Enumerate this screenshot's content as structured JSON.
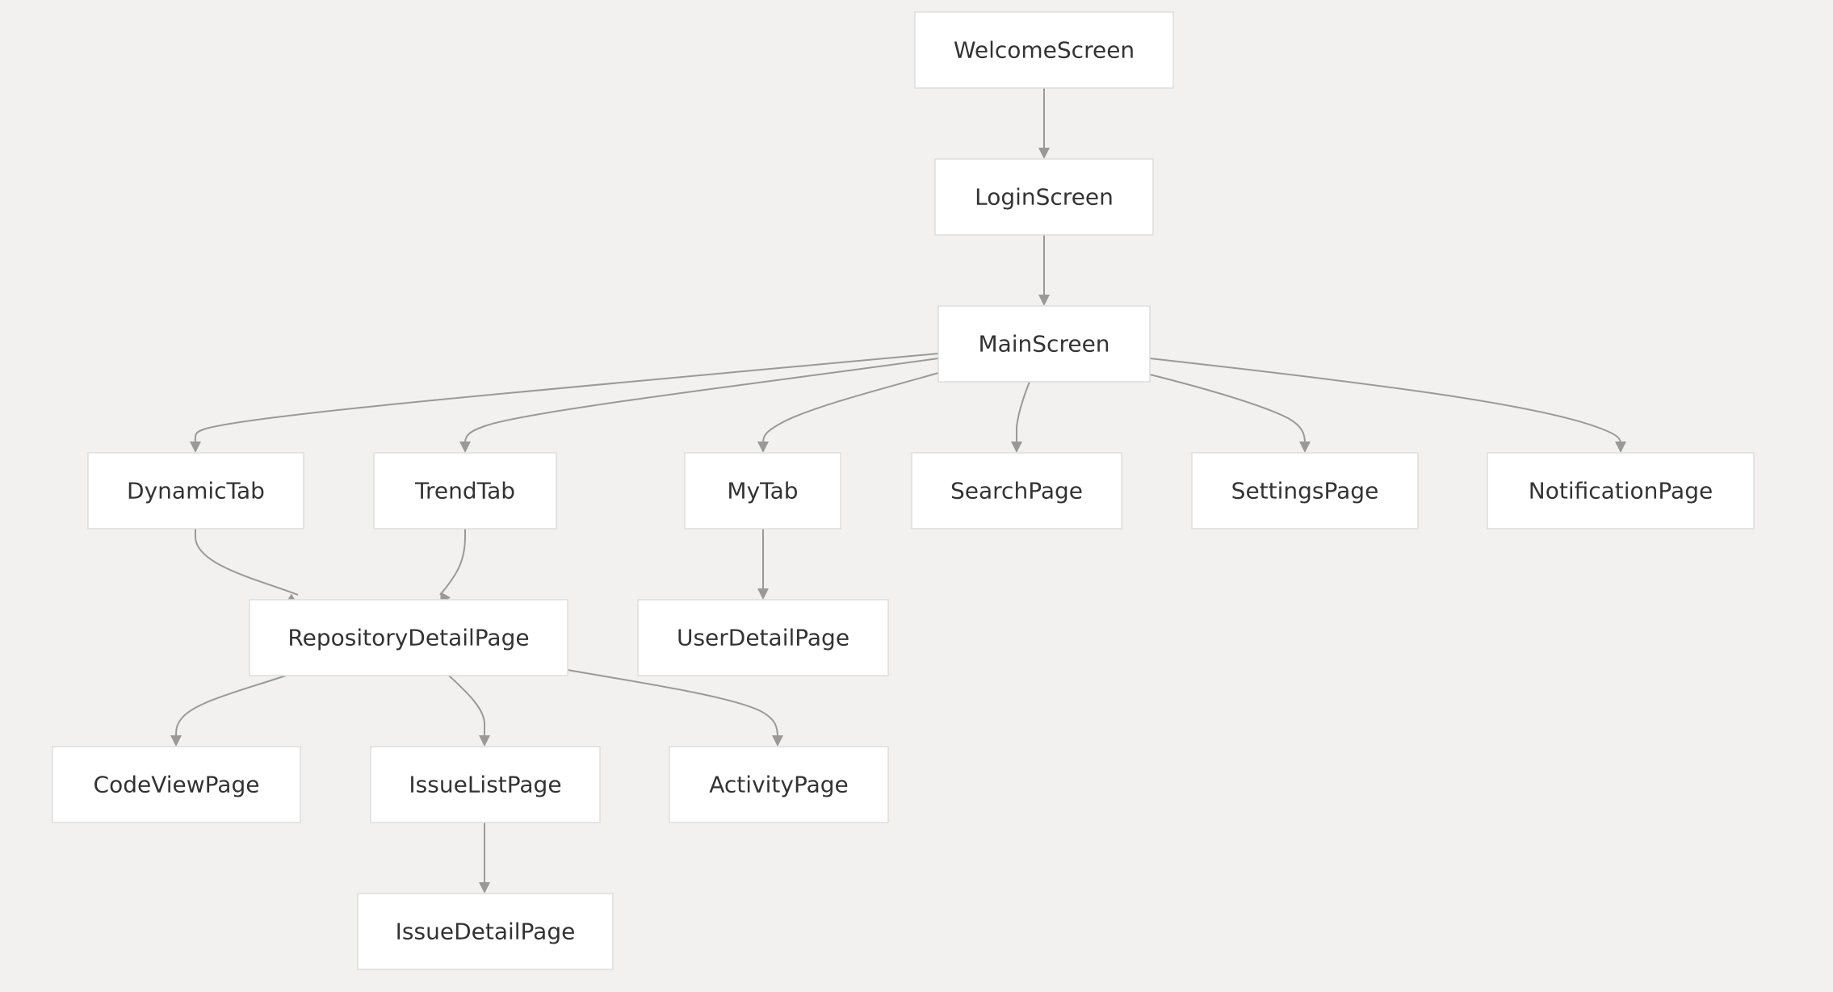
{
  "diagram": {
    "type": "flowchart",
    "nodes": [
      {
        "id": "welcome",
        "label": "WelcomeScreen"
      },
      {
        "id": "login",
        "label": "LoginScreen"
      },
      {
        "id": "main",
        "label": "MainScreen"
      },
      {
        "id": "dynamic",
        "label": "DynamicTab"
      },
      {
        "id": "trend",
        "label": "TrendTab"
      },
      {
        "id": "my",
        "label": "MyTab"
      },
      {
        "id": "search",
        "label": "SearchPage"
      },
      {
        "id": "settings",
        "label": "SettingsPage"
      },
      {
        "id": "notification",
        "label": "NotificationPage"
      },
      {
        "id": "repo",
        "label": "RepositoryDetailPage"
      },
      {
        "id": "user",
        "label": "UserDetailPage"
      },
      {
        "id": "code",
        "label": "CodeViewPage"
      },
      {
        "id": "issuelist",
        "label": "IssueListPage"
      },
      {
        "id": "activity",
        "label": "ActivityPage"
      },
      {
        "id": "issuedetail",
        "label": "IssueDetailPage"
      }
    ],
    "edges": [
      {
        "from": "welcome",
        "to": "login"
      },
      {
        "from": "login",
        "to": "main"
      },
      {
        "from": "main",
        "to": "dynamic"
      },
      {
        "from": "main",
        "to": "trend"
      },
      {
        "from": "main",
        "to": "my"
      },
      {
        "from": "main",
        "to": "search"
      },
      {
        "from": "main",
        "to": "settings"
      },
      {
        "from": "main",
        "to": "notification"
      },
      {
        "from": "dynamic",
        "to": "repo"
      },
      {
        "from": "trend",
        "to": "repo"
      },
      {
        "from": "my",
        "to": "user"
      },
      {
        "from": "repo",
        "to": "code"
      },
      {
        "from": "repo",
        "to": "issuelist"
      },
      {
        "from": "repo",
        "to": "activity"
      },
      {
        "from": "issuelist",
        "to": "issuedetail"
      }
    ]
  },
  "colors": {
    "background": "#f2f1ef",
    "node_fill": "#ffffff",
    "node_border": "#dddddd",
    "edge": "#999999",
    "text": "#333333"
  }
}
